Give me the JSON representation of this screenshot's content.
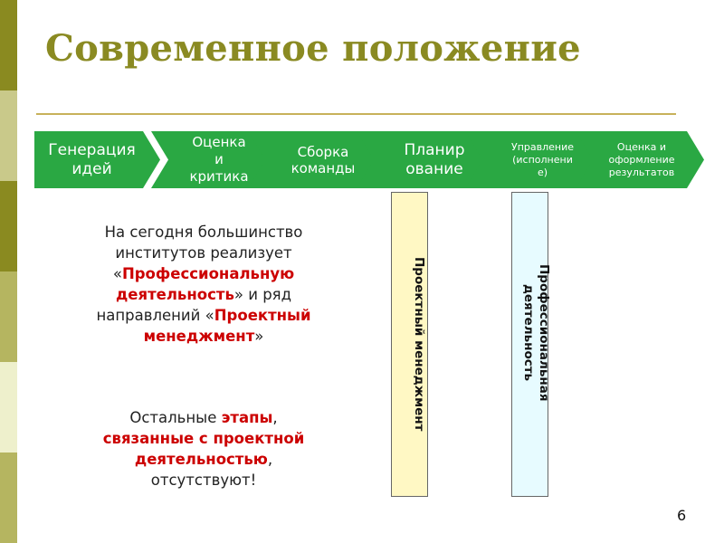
{
  "title": "Современное положение",
  "stages": [
    "Генерация\nидей",
    "Оценка\nи\nкритика",
    "Сборка\nкоманды",
    "Планир\nование",
    "Управление\n(исполнени\nе)",
    "Оценка и\nоформление\nрезультатов"
  ],
  "paragraph1": {
    "l1": "На сегодня большинство",
    "l2": "институтов реализует",
    "l3_open": "«",
    "l3_bold": "Профессиональную",
    "l4_bold": "деятельность",
    "l4_rest": "» и ряд",
    "l5_pre": "направлений «",
    "l5_bold": "Проектный",
    "l6_bold": "менеджмент",
    "l6_close": "»"
  },
  "paragraph2": {
    "l1_pre": "Остальные ",
    "l1_bold": "этапы",
    "l1_post": ",",
    "l2_bold": "связанные с проектной",
    "l3_bold": "деятельностью",
    "l3_post": ",",
    "l4": "отсутствуют!"
  },
  "vertical_labels": {
    "project_management": "Проектный менеджмент",
    "professional_activity": "Профессиональная деятельность"
  },
  "page_number": "6",
  "colors": {
    "title": "#8a8a22",
    "chevron": "#2aa843",
    "highlight": "#cc0000",
    "box_yellow": "#fff8c4",
    "box_cyan": "#e7fbff"
  }
}
